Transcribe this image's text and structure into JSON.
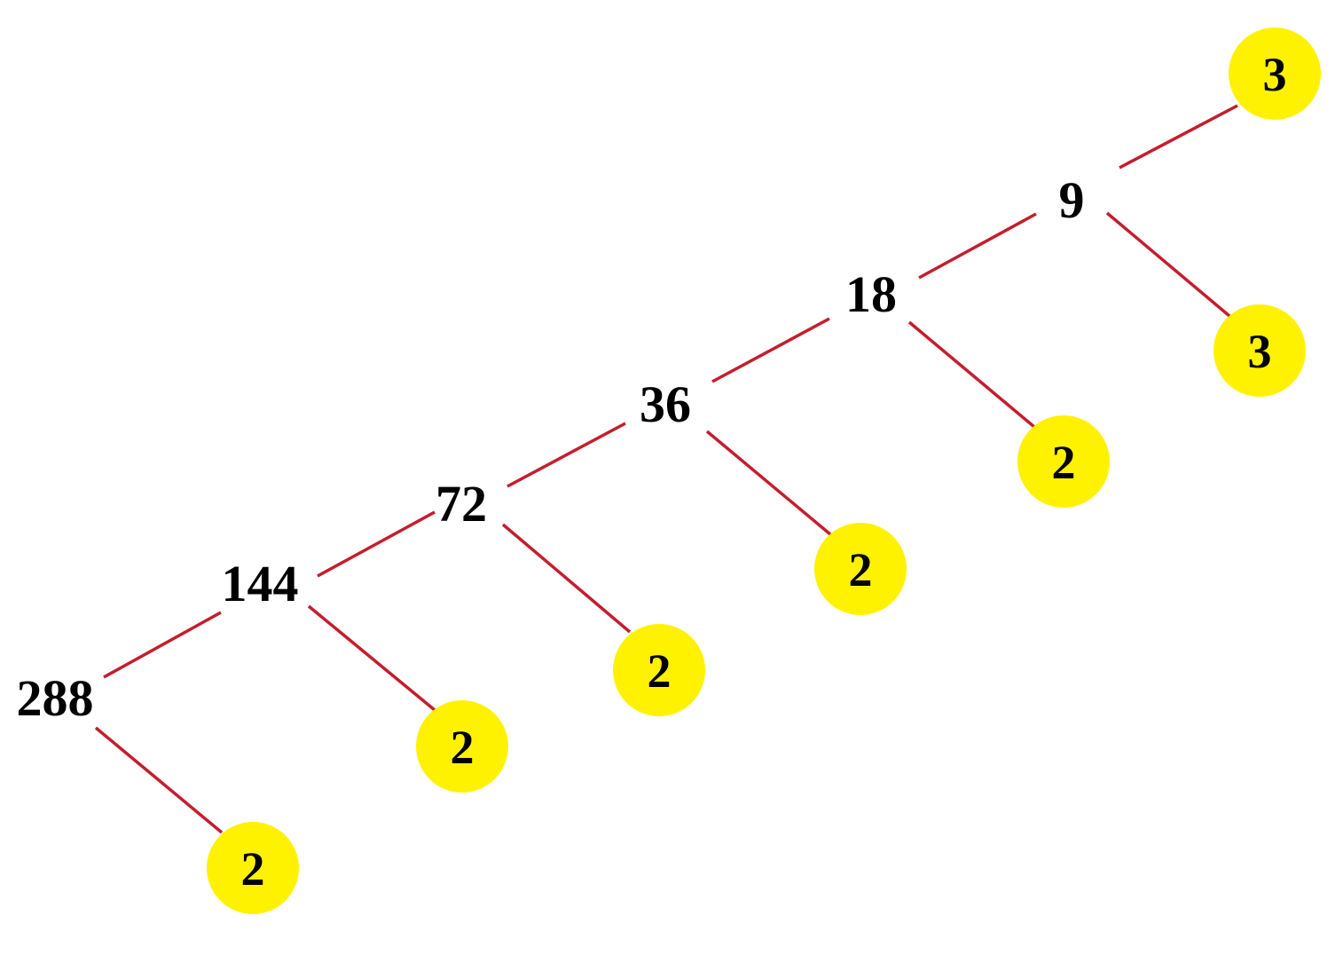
{
  "title": "Factor tree of 288",
  "colors": {
    "edge": "#c41e2e",
    "prime_fill": "#fff200",
    "text": "#000000"
  },
  "composites": [
    "288",
    "144",
    "72",
    "36",
    "18",
    "9"
  ],
  "primes": [
    "2",
    "2",
    "2",
    "2",
    "2",
    "3",
    "3"
  ]
}
